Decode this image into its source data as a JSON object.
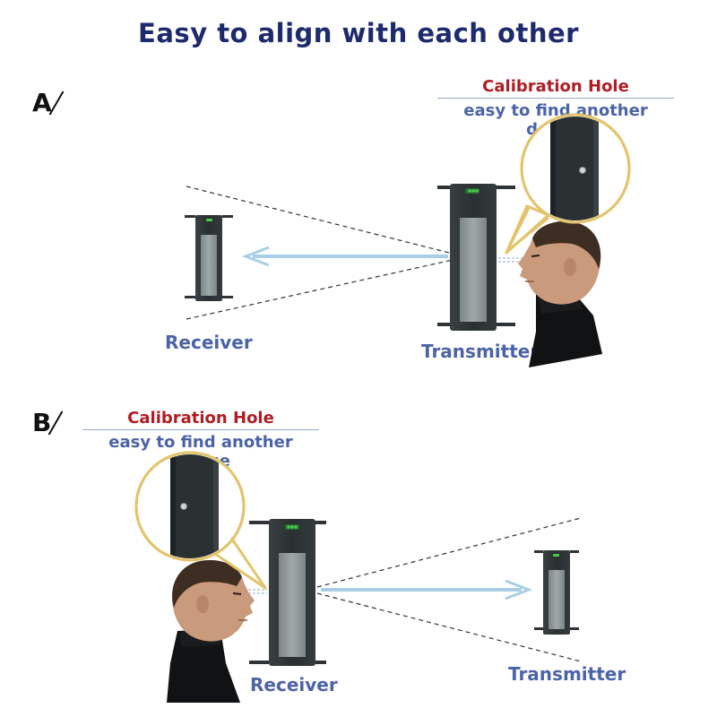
{
  "title": "Easy to align with each other",
  "panels": [
    {
      "letter": "A",
      "callout": {
        "heading": "Calibration Hole",
        "subtext": "easy to find another device"
      },
      "left_device_label": "Receiver",
      "right_device_label": "Transmitter"
    },
    {
      "letter": "B",
      "callout": {
        "heading": "Calibration Hole",
        "subtext": "easy to find another device"
      },
      "left_device_label": "Receiver",
      "right_device_label": "Transmitter"
    }
  ],
  "colors": {
    "title": "#1d2a6e",
    "callout_heading": "#b01c23",
    "callout_subtext": "#4b63a8",
    "device_label": "#4b63a8",
    "device_body": "#2e3335",
    "device_window": "#8f9797",
    "magnifier_ring": "#e3c46b",
    "beam_arrow": "#a8cfe6",
    "indicator_led": "#43d14a"
  },
  "icons": [
    "person-icon",
    "calibration-hole-icon",
    "magnifier-icon"
  ]
}
